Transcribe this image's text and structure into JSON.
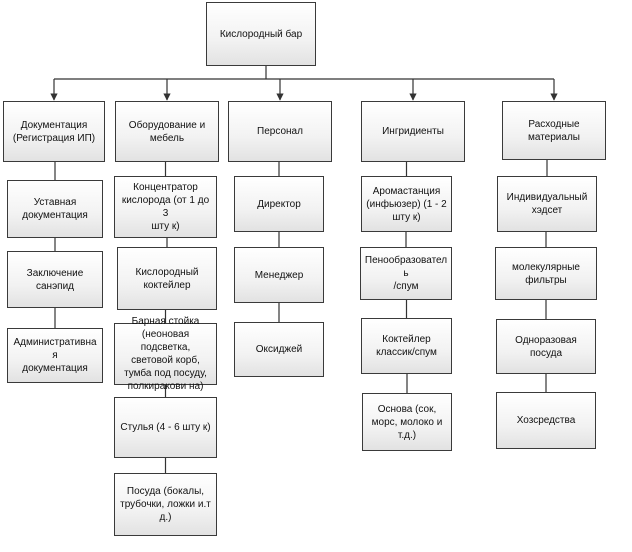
{
  "root": {
    "label": "Кислородный бар"
  },
  "columns": [
    {
      "header": "Документация\n(Регистрация ИП)",
      "items": [
        "Уставная\nдокументация",
        "Заключение\nсанэпид",
        "Административная\nдокументация"
      ]
    },
    {
      "header": "Оборудование и\nмебель",
      "items": [
        "Концентратор\nкислорода (от 1 до 3\nшту к)",
        "Кислородный\nкоктейлер",
        "Барная стойка\n(неоновая подсветка,\nсветовой корб,\nтумба под посуду,\nполкиракови на)",
        "Стулья (4 - 6 шту к)",
        "Посуда (бокалы,\nтрубочки, ложки и.т\nд.)"
      ]
    },
    {
      "header": "Персонал",
      "items": [
        "Директор",
        "Менеджер",
        "Оксиджей"
      ]
    },
    {
      "header": "Ингридиенты",
      "items": [
        "Аромастанция\n(инфьюзер) (1 - 2\nшту к)",
        "Пенообразователь\n/спум",
        "Коктейлер\nклассик/спум",
        "Основа (сок,\nморс, молоко и\nт.д.)"
      ]
    },
    {
      "header": "Расходные\nматериалы",
      "items": [
        "Индивидуальный\nхэдсет",
        "молекулярные\nфильтры",
        "Одноразовая\nпосуда",
        "Хозсредства"
      ]
    }
  ]
}
